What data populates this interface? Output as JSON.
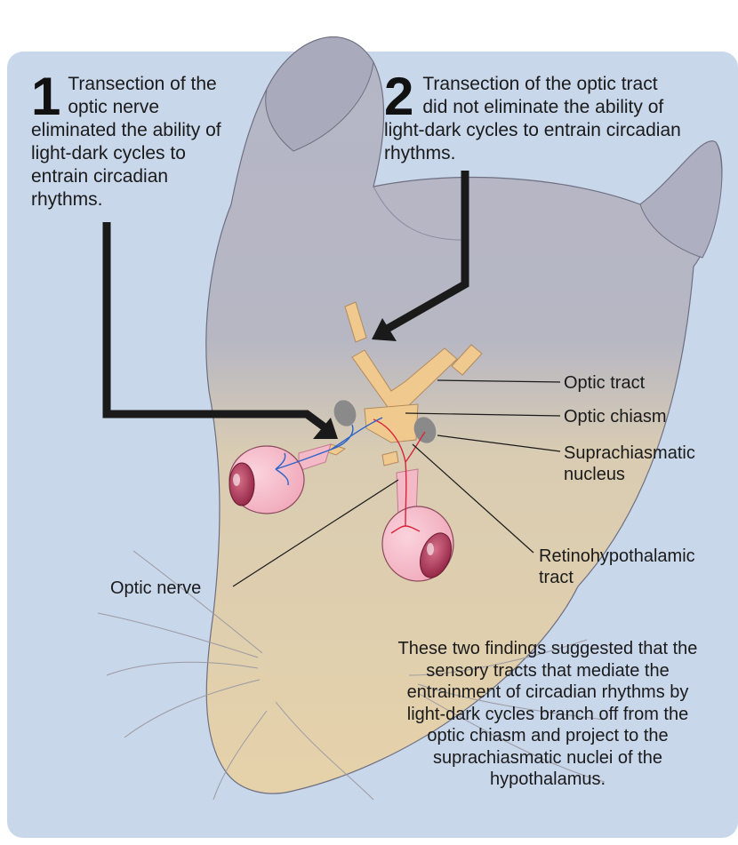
{
  "findings": [
    {
      "number": "1",
      "text": "Transection of the optic nerve eliminated the ability of light-dark cycles to entrain circadian rhythms."
    },
    {
      "number": "2",
      "text": "Transection of the optic tract did not eliminate the ability of light-dark cycles to entrain circadian rhythms."
    }
  ],
  "labels": {
    "optic_tract": "Optic tract",
    "optic_chiasm": "Optic chiasm",
    "suprachiasmatic_nucleus": "Suprachiasmatic nucleus",
    "retinohypothalamic_tract": "Retinohypothalamic tract",
    "optic_nerve": "Optic nerve"
  },
  "conclusion": "These two findings suggested that the sensory tracts that mediate the entrainment of circadian rhythms by light-dark cycles branch off from the optic chiasm and project to the suprachiasmatic nuclei of the hypothalamus.",
  "colors": {
    "panel_background": "#c9d7eb",
    "head_gray": "#b4b6c6",
    "head_tan": "#e6d2aa",
    "tract_fill": "#f0c98e",
    "eye_pink": "#f3b9c7",
    "eye_iris": "#b03a5b",
    "scn_gray": "#8a8a8a",
    "retinohypothalamic_red": "#d8243b",
    "optic_nerve_blue": "#2d63c9",
    "arrow": "#1a1a1a"
  }
}
